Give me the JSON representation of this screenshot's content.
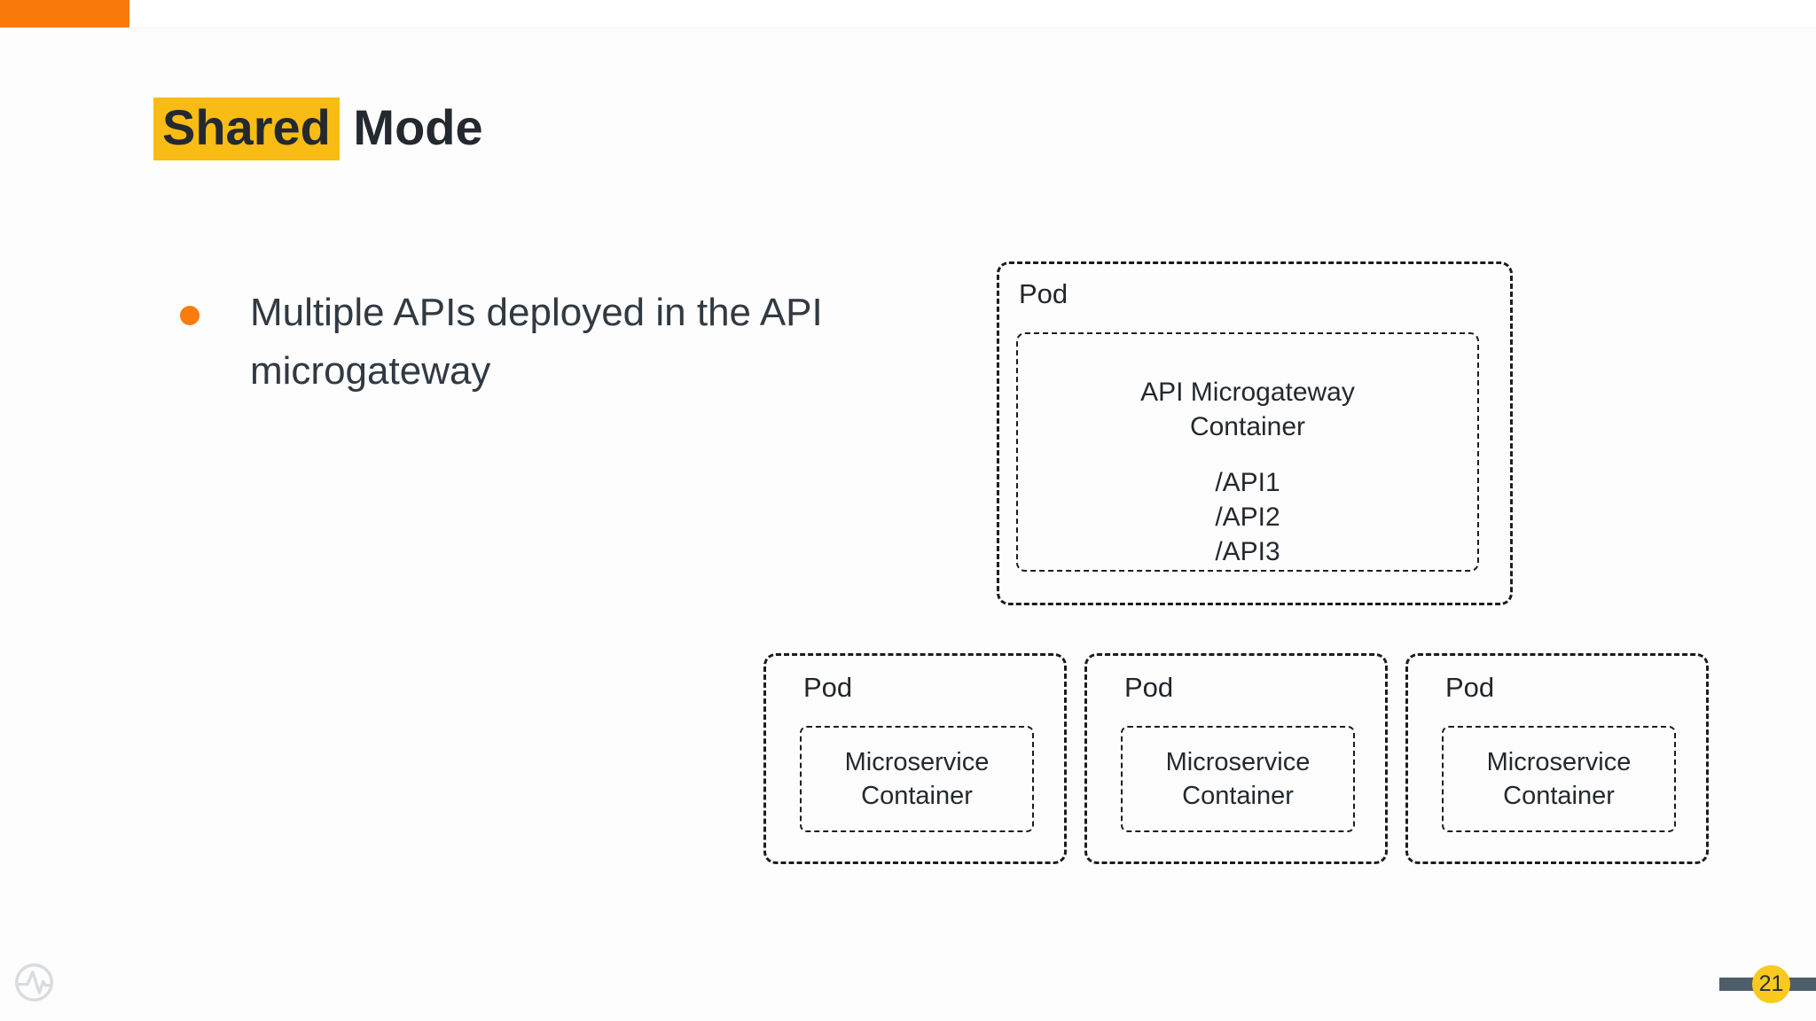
{
  "slide": {
    "title": {
      "highlighted": "Shared",
      "rest": " Mode"
    },
    "bullet_text": "Multiple APIs deployed in the API microgateway"
  },
  "diagram": {
    "gateway_pod": {
      "label": "Pod",
      "container_name_lines": [
        "API Microgateway",
        "Container"
      ],
      "apis": [
        "/API1",
        "/API2",
        "/API3"
      ]
    },
    "microservice_pods": [
      {
        "label": "Pod",
        "container_lines": [
          "Microservice",
          "Container"
        ]
      },
      {
        "label": "Pod",
        "container_lines": [
          "Microservice",
          "Container"
        ]
      },
      {
        "label": "Pod",
        "container_lines": [
          "Microservice",
          "Container"
        ]
      }
    ]
  },
  "footer": {
    "logo_icon": "pulse-wave-logo-icon",
    "page_number": "21"
  },
  "colors": {
    "accent_orange": "#F97A0A",
    "bullet_orange": "#F97C0E",
    "highlight_yellow": "#F9BC14",
    "badge_yellow": "#F9C91F",
    "progress_bar_slate": "#4D5D69",
    "text_dark": "#23292F",
    "body_text": "#313A42",
    "border_dark": "#1A1D20",
    "logo_gray": "#D8DCDE"
  }
}
